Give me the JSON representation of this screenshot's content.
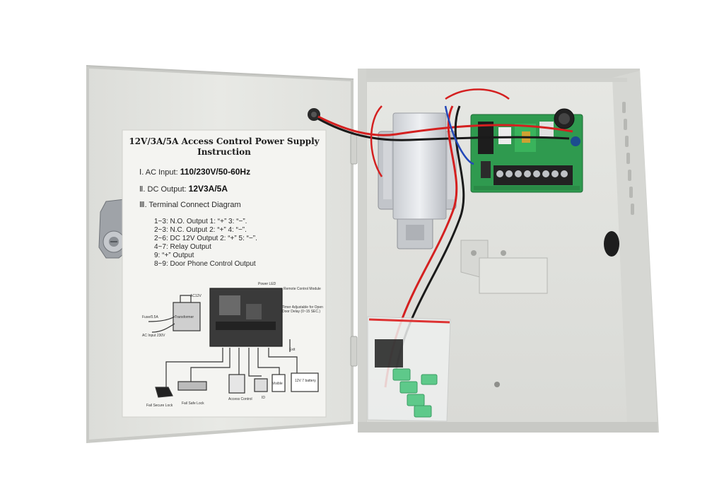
{
  "instruction_sheet": {
    "title_line1": "12V/3A/5A Access Control Power Supply",
    "title_line2": "Instruction",
    "specs": [
      {
        "numeral": "Ⅰ.",
        "label": "AC Input:",
        "value": "110/230V/50-60Hz"
      },
      {
        "numeral": "Ⅱ.",
        "label": "DC Output:",
        "value": "12V3A/5A"
      },
      {
        "numeral": "Ⅲ.",
        "label": "Terminal Connect Diagram",
        "value": ""
      }
    ],
    "terminals": [
      "1~3: N.O. Output  1: “+”  3: “−”.",
      "2~3: N.C. Output  2: “+”  4: “−”.",
      "2~6: DC 12V Output  2: “+”  5: “−”.",
      "4~7: Relay Output",
      "9: “+”  Output",
      "8~9: Door Phone Control Output"
    ],
    "diagram_labels": {
      "ac12v": "AC12V",
      "power_led": "Power LED",
      "remote": "Remote Control Module",
      "timer": "Timer Adjustable for Open Door Delay (0~15 SEC.)",
      "fuse": "Fuse/0.5A",
      "ac_input": "AC Input 230V",
      "transformer": "Transformer",
      "exit": "Exit",
      "battery": "12V 7 battery",
      "fail_secure": "Fail Secure Lock",
      "fail_safe": "Fail Safe Lock",
      "access_control": "Access Control",
      "id": "ID",
      "visible": "Visible"
    }
  },
  "colors": {
    "enclosure": "#e4e5e1",
    "sheet": "#f4f4f1",
    "pcb": "#2f9a4f",
    "wire_red": "#d42020",
    "wire_black": "#1a1a1a",
    "connector": "#5ec98a"
  }
}
